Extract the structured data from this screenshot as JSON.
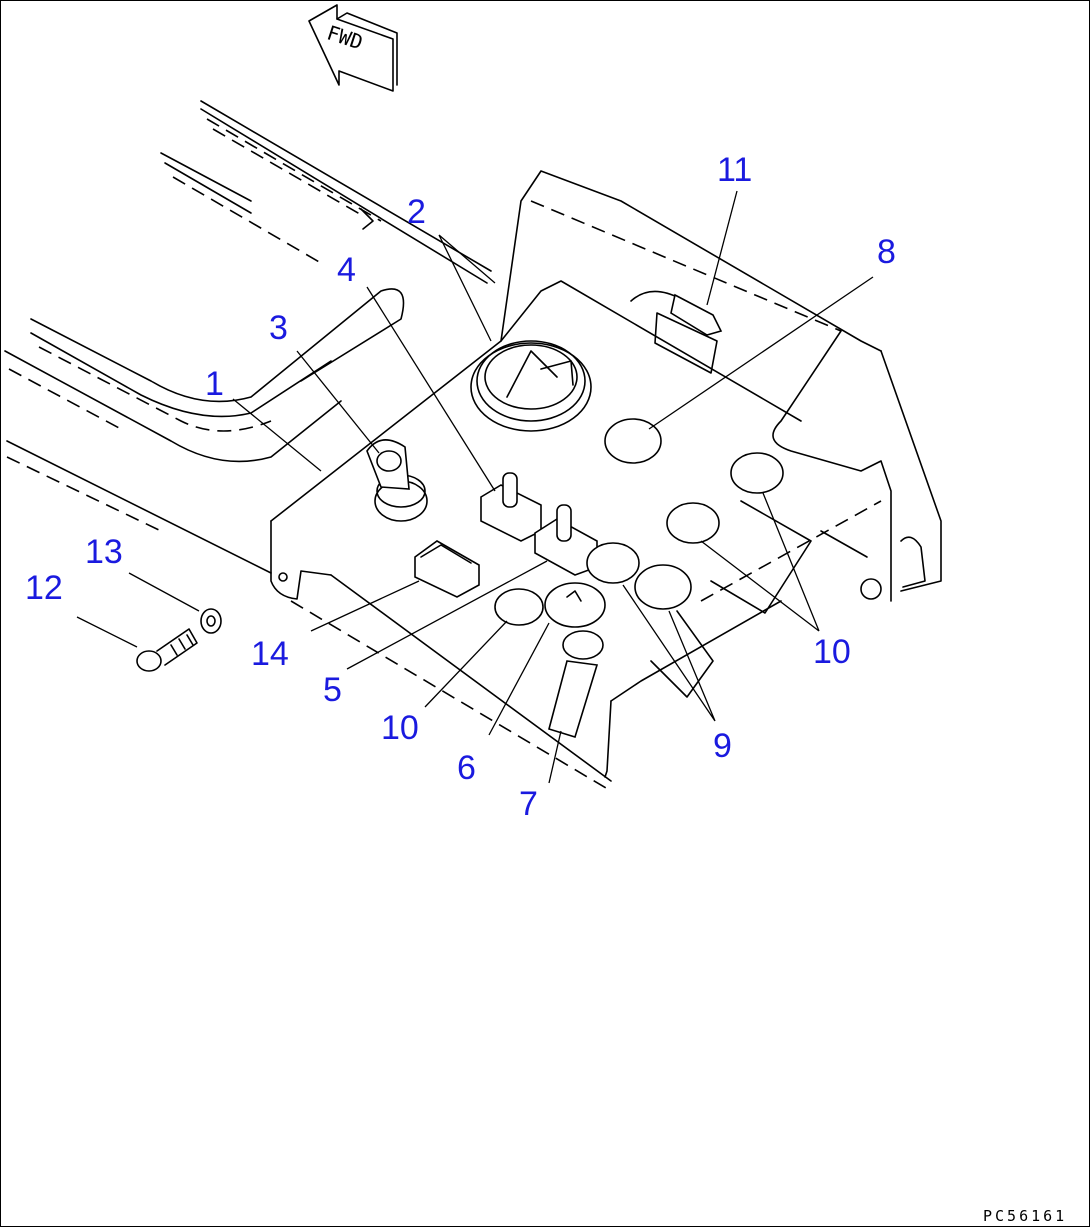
{
  "diagram": {
    "fwd_label": "FWD",
    "drawing_code": "PC56161",
    "callouts": [
      "1",
      "2",
      "3",
      "4",
      "5",
      "6",
      "7",
      "8",
      "9",
      "10",
      "10",
      "11",
      "12",
      "13",
      "14"
    ]
  }
}
